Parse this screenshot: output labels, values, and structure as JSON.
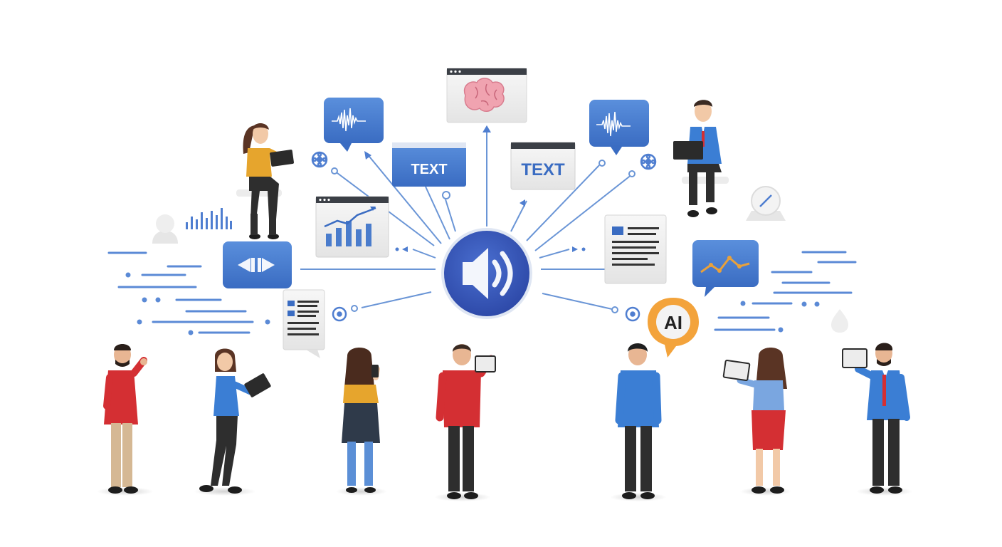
{
  "hub": {
    "icon": "speaker-sound-icon"
  },
  "cards": {
    "text_left": "TEXT",
    "text_right": "TEXT",
    "ai_badge": "AI"
  },
  "icons": {
    "brain_window": "brain-icon",
    "waveform_left": "waveform-icon",
    "waveform_right": "waveform-icon",
    "bar_chart": "bar-chart-icon",
    "line_chart": "line-chart-icon",
    "document_left": "document-icon",
    "document_right": "document-icon",
    "media_controls": "play-controls-icon",
    "gauge": "gauge-icon",
    "user_avatar": "user-avatar-icon",
    "reel_icons": "film-reel-icon"
  },
  "colors": {
    "primary_blue": "#3f74c9",
    "hub_blue": "#3352b3",
    "ai_badge": "#f3a33b",
    "brain_pink": "#f0a3b0",
    "red_jacket": "#d42f33",
    "blue_shirt": "#3b7ed4",
    "mustard": "#e6a52d"
  }
}
